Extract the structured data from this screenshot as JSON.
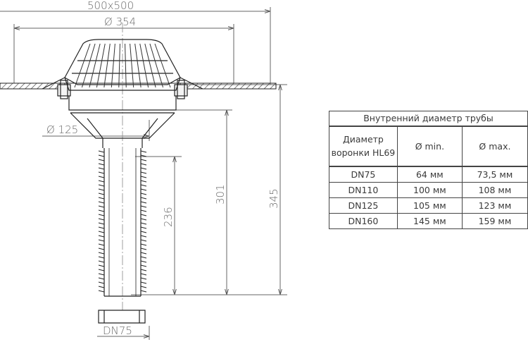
{
  "dimensions": {
    "overall_size": "500x500",
    "flange_diameter": "Ø 354",
    "outlet_diameter": "Ø 125",
    "length_236": "236",
    "length_301": "301",
    "length_345": "345",
    "pipe_dn": "DN75"
  },
  "table": {
    "title": "Внутренний диаметр трубы",
    "col_header_1_line1": "Диаметр",
    "col_header_1_line2": "воронки HL69",
    "col_header_2": "Ø min.",
    "col_header_3": "Ø max.",
    "rows": [
      {
        "dn": "DN75",
        "min": "64 мм",
        "max": "73,5 мм"
      },
      {
        "dn": "DN110",
        "min": "100 мм",
        "max": "108 мм"
      },
      {
        "dn": "DN125",
        "min": "105 мм",
        "max": "123 мм"
      },
      {
        "dn": "DN160",
        "min": "145 мм",
        "max": "159 мм"
      }
    ]
  }
}
